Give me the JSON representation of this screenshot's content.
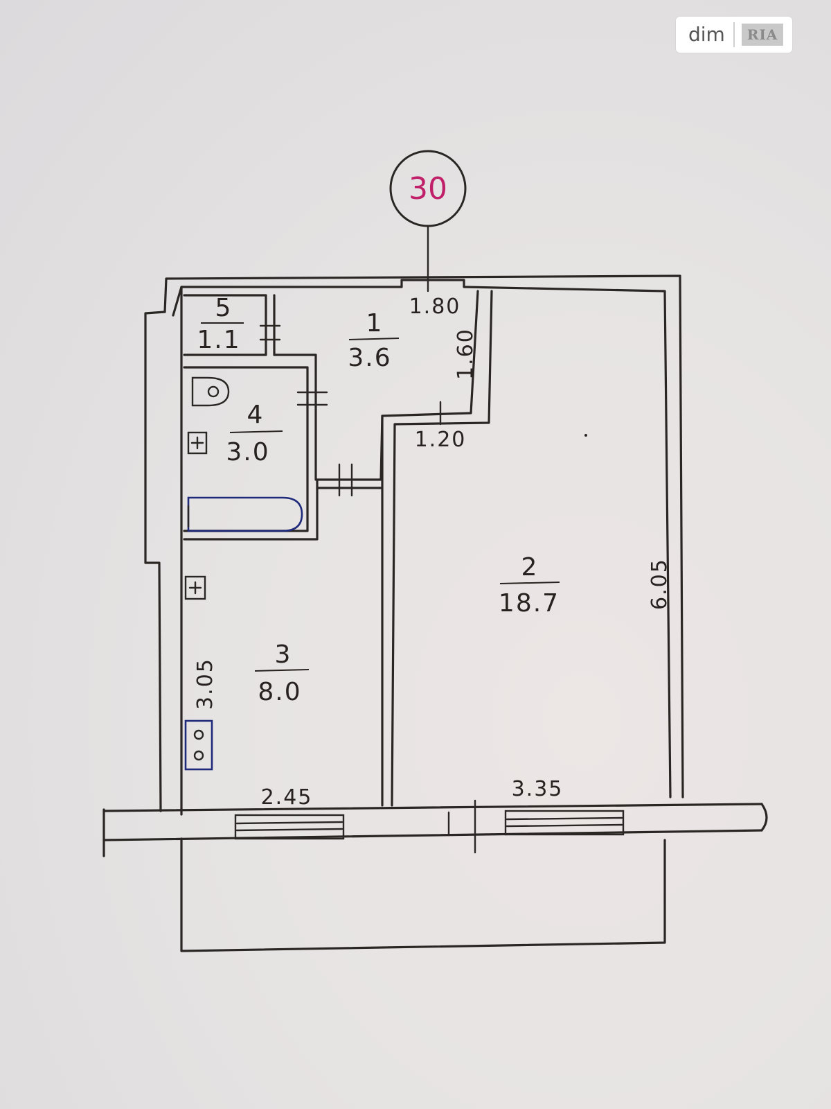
{
  "watermark": {
    "brand_left": "dim",
    "brand_right": "RIA"
  },
  "apartment_number": "30",
  "rooms": [
    {
      "number": "1",
      "area": "3.6"
    },
    {
      "number": "2",
      "area": "18.7"
    },
    {
      "number": "3",
      "area": "8.0"
    },
    {
      "number": "4",
      "area": "3.0"
    },
    {
      "number": "5",
      "area": "1.1"
    }
  ],
  "dimensions": {
    "hall_width": "1.80",
    "hall_depth": "1.60",
    "hall_passage": "1.20",
    "living_room_length": "6.05",
    "living_room_width": "3.35",
    "kitchen_length": "3.05",
    "kitchen_width": "2.45"
  },
  "colors": {
    "apartment_number": "#c0206a",
    "bathtub": "#1f2a7a",
    "ink": "#2a2624"
  }
}
